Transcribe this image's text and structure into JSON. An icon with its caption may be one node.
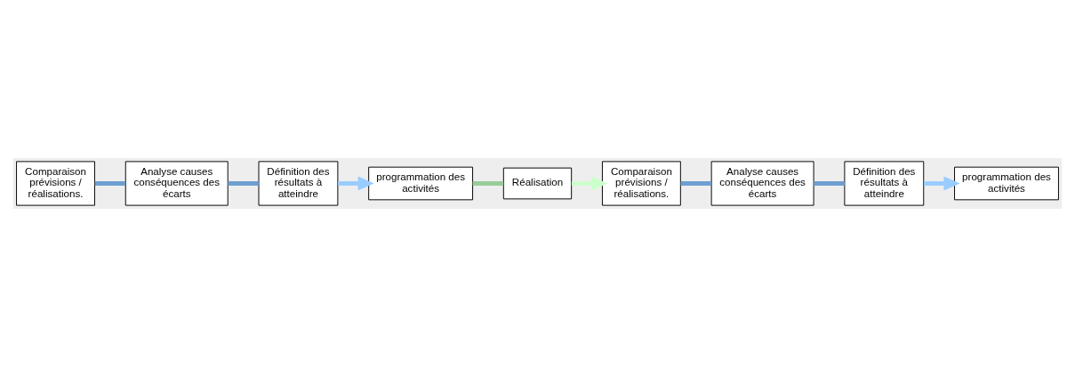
{
  "diagram": {
    "nodes": [
      {
        "text": [
          "Comparaison prévisions / réalisations."
        ]
      },
      {
        "text": [
          "Analyse causes conséquences des écarts"
        ]
      },
      {
        "text": [
          "Définition des résultats à atteindre"
        ]
      },
      {
        "text": [
          "programmation des activités"
        ]
      },
      {
        "text": [
          "Réalisation"
        ]
      },
      {
        "text": [
          "Comparaison prévisions / réalisations."
        ]
      },
      {
        "text": [
          "Analyse causes conséquences des écarts"
        ]
      },
      {
        "text": [
          "Définition des résultats à atteindre"
        ]
      },
      {
        "text": [
          "programmation des activités"
        ]
      }
    ],
    "edges": [
      {
        "from": 0,
        "to": 1,
        "arrow": "none",
        "color": "#6f9fd0"
      },
      {
        "from": 1,
        "to": 2,
        "arrow": "none",
        "color": "#6f9fd0"
      },
      {
        "from": 2,
        "to": 3,
        "arrow": "to",
        "color": "#99ccff"
      },
      {
        "from": 3,
        "to": 4,
        "arrow": "none",
        "color": "#99cc99"
      },
      {
        "from": 4,
        "to": 5,
        "arrow": "to",
        "color": "#ccffcc"
      },
      {
        "from": 5,
        "to": 6,
        "arrow": "none",
        "color": "#6f9fd0"
      },
      {
        "from": 6,
        "to": 7,
        "arrow": "none",
        "color": "#6f9fd0"
      },
      {
        "from": 7,
        "to": 8,
        "arrow": "to",
        "color": "#99ccff"
      }
    ]
  }
}
